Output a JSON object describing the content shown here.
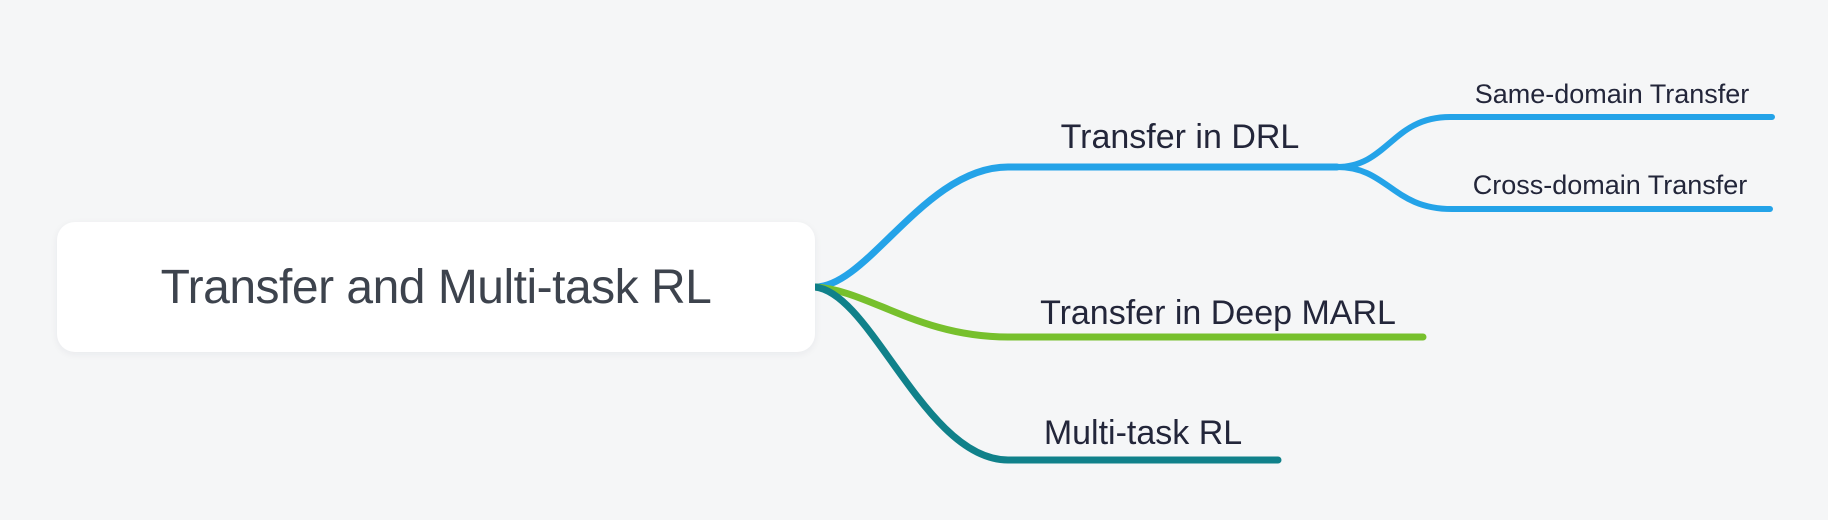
{
  "canvas": {
    "background": "#f5f6f7",
    "type": "mindmap"
  },
  "colors": {
    "branch_blue": "#24a3e8",
    "branch_green": "#77c02d",
    "branch_teal": "#10818a",
    "root_text": "#3d434d",
    "label_text": "#23263a",
    "root_box_fill": "#ffffff"
  },
  "mindmap": {
    "root": {
      "label": "Transfer and Multi-task RL"
    },
    "branches": [
      {
        "label": "Transfer in DRL",
        "color": "#24a3e8",
        "children": [
          {
            "label": "Same-domain Transfer"
          },
          {
            "label": "Cross-domain Transfer"
          }
        ]
      },
      {
        "label": "Transfer in Deep MARL",
        "color": "#77c02d",
        "children": []
      },
      {
        "label": "Multi-task RL",
        "color": "#10818a",
        "children": []
      }
    ]
  }
}
